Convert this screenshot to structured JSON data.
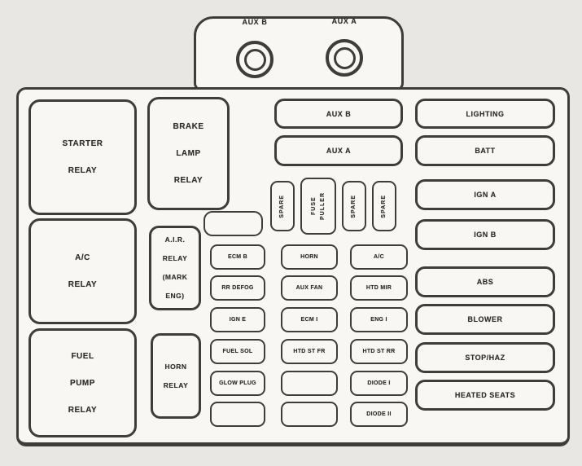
{
  "colors": {
    "paper": "#e9e7e3",
    "box_fill": "#f8f7f3",
    "line": "#3e3d3b",
    "text": "#2d2c2a"
  },
  "tab": {
    "terminals": [
      {
        "label": "AUX B"
      },
      {
        "label": "AUX A"
      }
    ]
  },
  "relays": {
    "starter": "STARTER\nRELAY",
    "brake_lamp": "BRAKE\nLAMP\nRELAY",
    "ac": "A/C\nRELAY",
    "air": "A.I.R.\nRELAY\n(MARK\nENG)",
    "fuel_pump": "FUEL\nPUMP\nRELAY",
    "horn": "HORN\nRELAY"
  },
  "maxi_fuses": {
    "aux_b": "AUX B",
    "aux_a": "AUX A"
  },
  "slots": [
    "SPARE",
    "FUSE\nPULLER",
    "SPARE",
    "SPARE"
  ],
  "fuse_grid": {
    "rows": [
      [
        "ECM B",
        "HORN",
        "A/C"
      ],
      [
        "RR DEFOG",
        "AUX FAN",
        "HTD MIR"
      ],
      [
        "IGN E",
        "ECM I",
        "ENG I"
      ],
      [
        "FUEL SOL",
        "HTD ST FR",
        "HTD ST RR"
      ],
      [
        "GLOW PLUG",
        "",
        "DIODE I"
      ],
      [
        "",
        "",
        "DIODE II"
      ]
    ]
  },
  "right_fuses": [
    "LIGHTING",
    "BATT",
    "IGN A",
    "IGN B",
    "ABS",
    "BLOWER",
    "STOP/HAZ",
    "HEATED SEATS"
  ]
}
